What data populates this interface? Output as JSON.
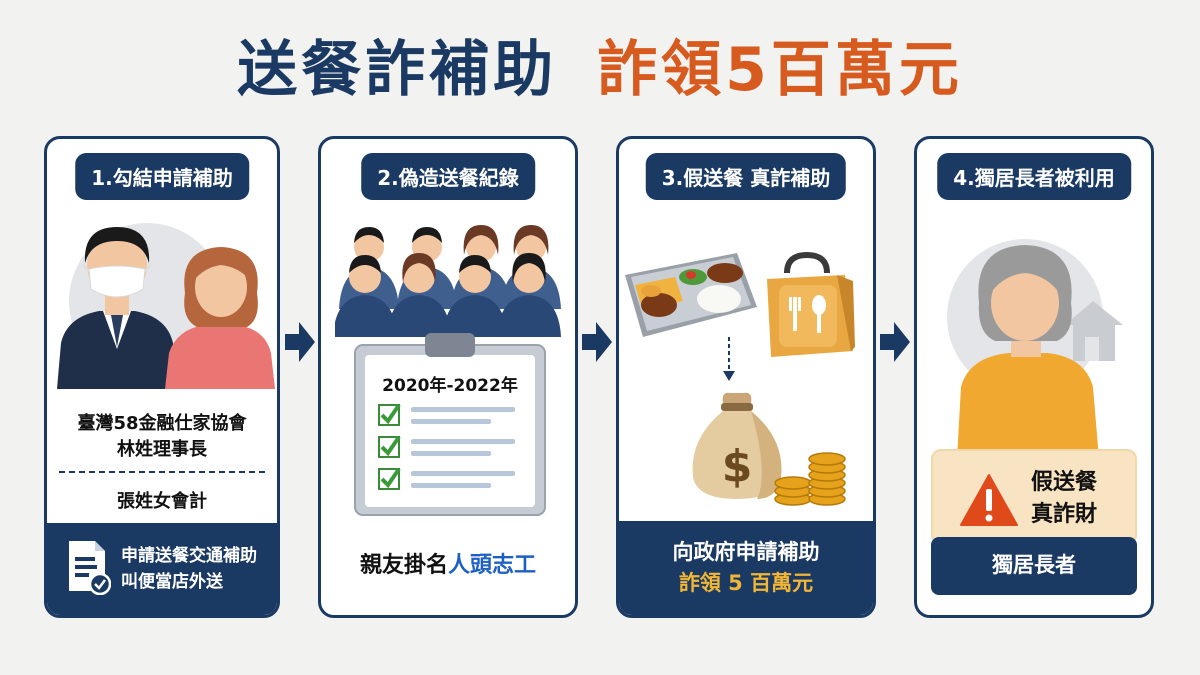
{
  "title": {
    "part1": "送餐詐補助",
    "part2": "詐領5百萬元"
  },
  "steps": [
    {
      "label": "1.勾結申請補助",
      "org_line1": "臺灣58金融仕家協會",
      "org_line2": "林姓理事長",
      "person2": "張姓女會計",
      "footer_line1": "申請送餐交通補助",
      "footer_line2": "叫便當店外送"
    },
    {
      "label": "2.偽造送餐紀錄",
      "date_range": "2020年-2022年",
      "footer_prefix": "親友掛名",
      "footer_highlight": "人頭志工"
    },
    {
      "label": "3.假送餐 真詐補助",
      "money_symbol": "$",
      "footer_line1": "向政府申請補助",
      "footer_line2": "詐領 5 百萬元"
    },
    {
      "label": "4.獨居長者被利用",
      "warn_line1": "假送餐",
      "warn_line2": "真詐財",
      "footer_line1": "獨居長者"
    }
  ],
  "colors": {
    "navy": "#1b3a63",
    "orange": "#d75a1e",
    "gold": "#f2b636",
    "blue_text": "#1e5fc2",
    "peach": "#f8e4c2",
    "warning_red": "#e04a1a"
  },
  "icons": [
    "person-mask-icon",
    "woman-icon",
    "document-check-icon",
    "volunteer-group-icon",
    "clipboard-icon",
    "checkbox-icon",
    "bento-box-icon",
    "delivery-bag-icon",
    "money-bag-icon",
    "coin-stack-icon",
    "elderly-woman-icon",
    "house-icon",
    "warning-icon",
    "arrow-right-icon"
  ]
}
